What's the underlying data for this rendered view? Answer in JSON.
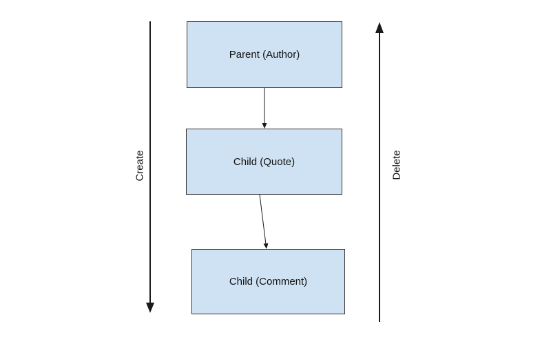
{
  "diagram": {
    "nodes": [
      {
        "label": "Parent (Author)"
      },
      {
        "label": "Child (Quote)"
      },
      {
        "label": "Child (Comment)"
      }
    ],
    "edges": [
      {
        "from": "Parent (Author)",
        "to": "Child (Quote)",
        "direction": "down"
      },
      {
        "from": "Child (Quote)",
        "to": "Child (Comment)",
        "direction": "down"
      }
    ],
    "side_arrows": [
      {
        "label": "Create",
        "side": "left",
        "direction": "down"
      },
      {
        "label": "Delete",
        "side": "right",
        "direction": "up"
      }
    ],
    "colors": {
      "node_fill": "#cfe2f3",
      "node_border": "#2f2f2f",
      "arrow": "#1a1a1a",
      "text": "#111111",
      "background": "#ffffff"
    }
  }
}
